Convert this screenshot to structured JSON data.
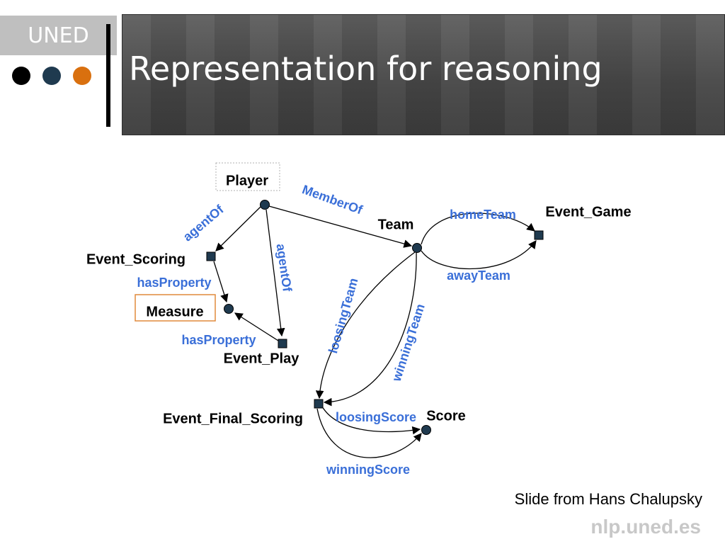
{
  "brand": {
    "logo_text": "UNED",
    "dot_colors": [
      "#000000",
      "#1f3a4f",
      "#d9700f"
    ]
  },
  "slide": {
    "title": "Representation for reasoning",
    "credit": "Slide from Hans Chalupsky",
    "url": "nlp.uned.es"
  },
  "colors": {
    "node_fill": "#1f3a4f",
    "edge_label": "#3a6fd8",
    "measure_border": "#e08a3c",
    "player_border": "#b0b0b0"
  },
  "diagram": {
    "nodes": [
      {
        "id": "player",
        "label": "Player",
        "shape": "circle"
      },
      {
        "id": "team",
        "label": "Team",
        "shape": "circle"
      },
      {
        "id": "event_game",
        "label": "Event_Game",
        "shape": "square"
      },
      {
        "id": "event_scoring",
        "label": "Event_Scoring",
        "shape": "square"
      },
      {
        "id": "measure",
        "label": "Measure",
        "shape": "circle"
      },
      {
        "id": "event_play",
        "label": "Event_Play",
        "shape": "square"
      },
      {
        "id": "event_final_scoring",
        "label": "Event_Final_Scoring",
        "shape": "square"
      },
      {
        "id": "score",
        "label": "Score",
        "shape": "circle"
      }
    ],
    "edges": [
      {
        "id": "memberof",
        "from": "player",
        "to": "team",
        "label": "MemberOf"
      },
      {
        "id": "agentof_scoring",
        "from": "player",
        "to": "event_scoring",
        "label": "agentOf"
      },
      {
        "id": "agentof_play",
        "from": "player",
        "to": "event_play",
        "label": "agentOf"
      },
      {
        "id": "hasproperty_scoring",
        "from": "event_scoring",
        "to": "measure",
        "label": "hasProperty"
      },
      {
        "id": "hasproperty_play",
        "from": "event_play",
        "to": "measure",
        "label": "hasProperty"
      },
      {
        "id": "hometeam",
        "from": "team",
        "to": "event_game",
        "label": "homeTeam"
      },
      {
        "id": "awayteam",
        "from": "team",
        "to": "event_game",
        "label": "awayTeam"
      },
      {
        "id": "loosingteam",
        "from": "team",
        "to": "event_final_scoring",
        "label": "loosingTeam"
      },
      {
        "id": "winningteam",
        "from": "team",
        "to": "event_final_scoring",
        "label": "winningTeam"
      },
      {
        "id": "loosingscore",
        "from": "event_final_scoring",
        "to": "score",
        "label": "loosingScore"
      },
      {
        "id": "winningscore",
        "from": "event_final_scoring",
        "to": "score",
        "label": "winningScore"
      }
    ]
  }
}
